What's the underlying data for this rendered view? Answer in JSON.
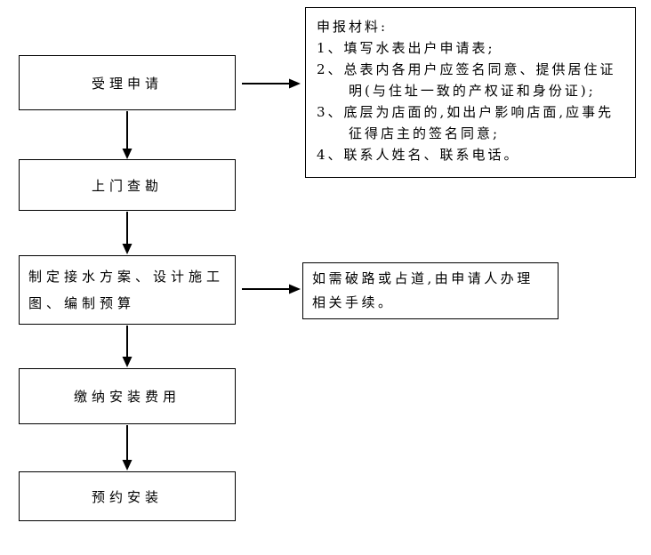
{
  "diagram": {
    "background_color": "#ffffff",
    "line_color": "#000000",
    "flow_steps": [
      {
        "id": "accept",
        "label": "受理申请"
      },
      {
        "id": "survey",
        "label": "上门查勘"
      },
      {
        "id": "plan",
        "label": "制定接水方案、设计施工图、编制预算"
      },
      {
        "id": "pay",
        "label": "缴纳安装费用"
      },
      {
        "id": "book",
        "label": "预约安装"
      }
    ],
    "materials_note": {
      "title": "申报材料:",
      "items": [
        "1、填写水表出户申请表;",
        "2、总表内各用户应签名同意、提供居住证明(与住址一致的产权证和身份证);",
        "3、底层为店面的,如出户影响店面,应事先征得店主的签名同意;",
        "4、联系人姓名、联系电话。"
      ]
    },
    "roadwork_note": "如需破路或占道,由申请人办理相关手续。"
  }
}
